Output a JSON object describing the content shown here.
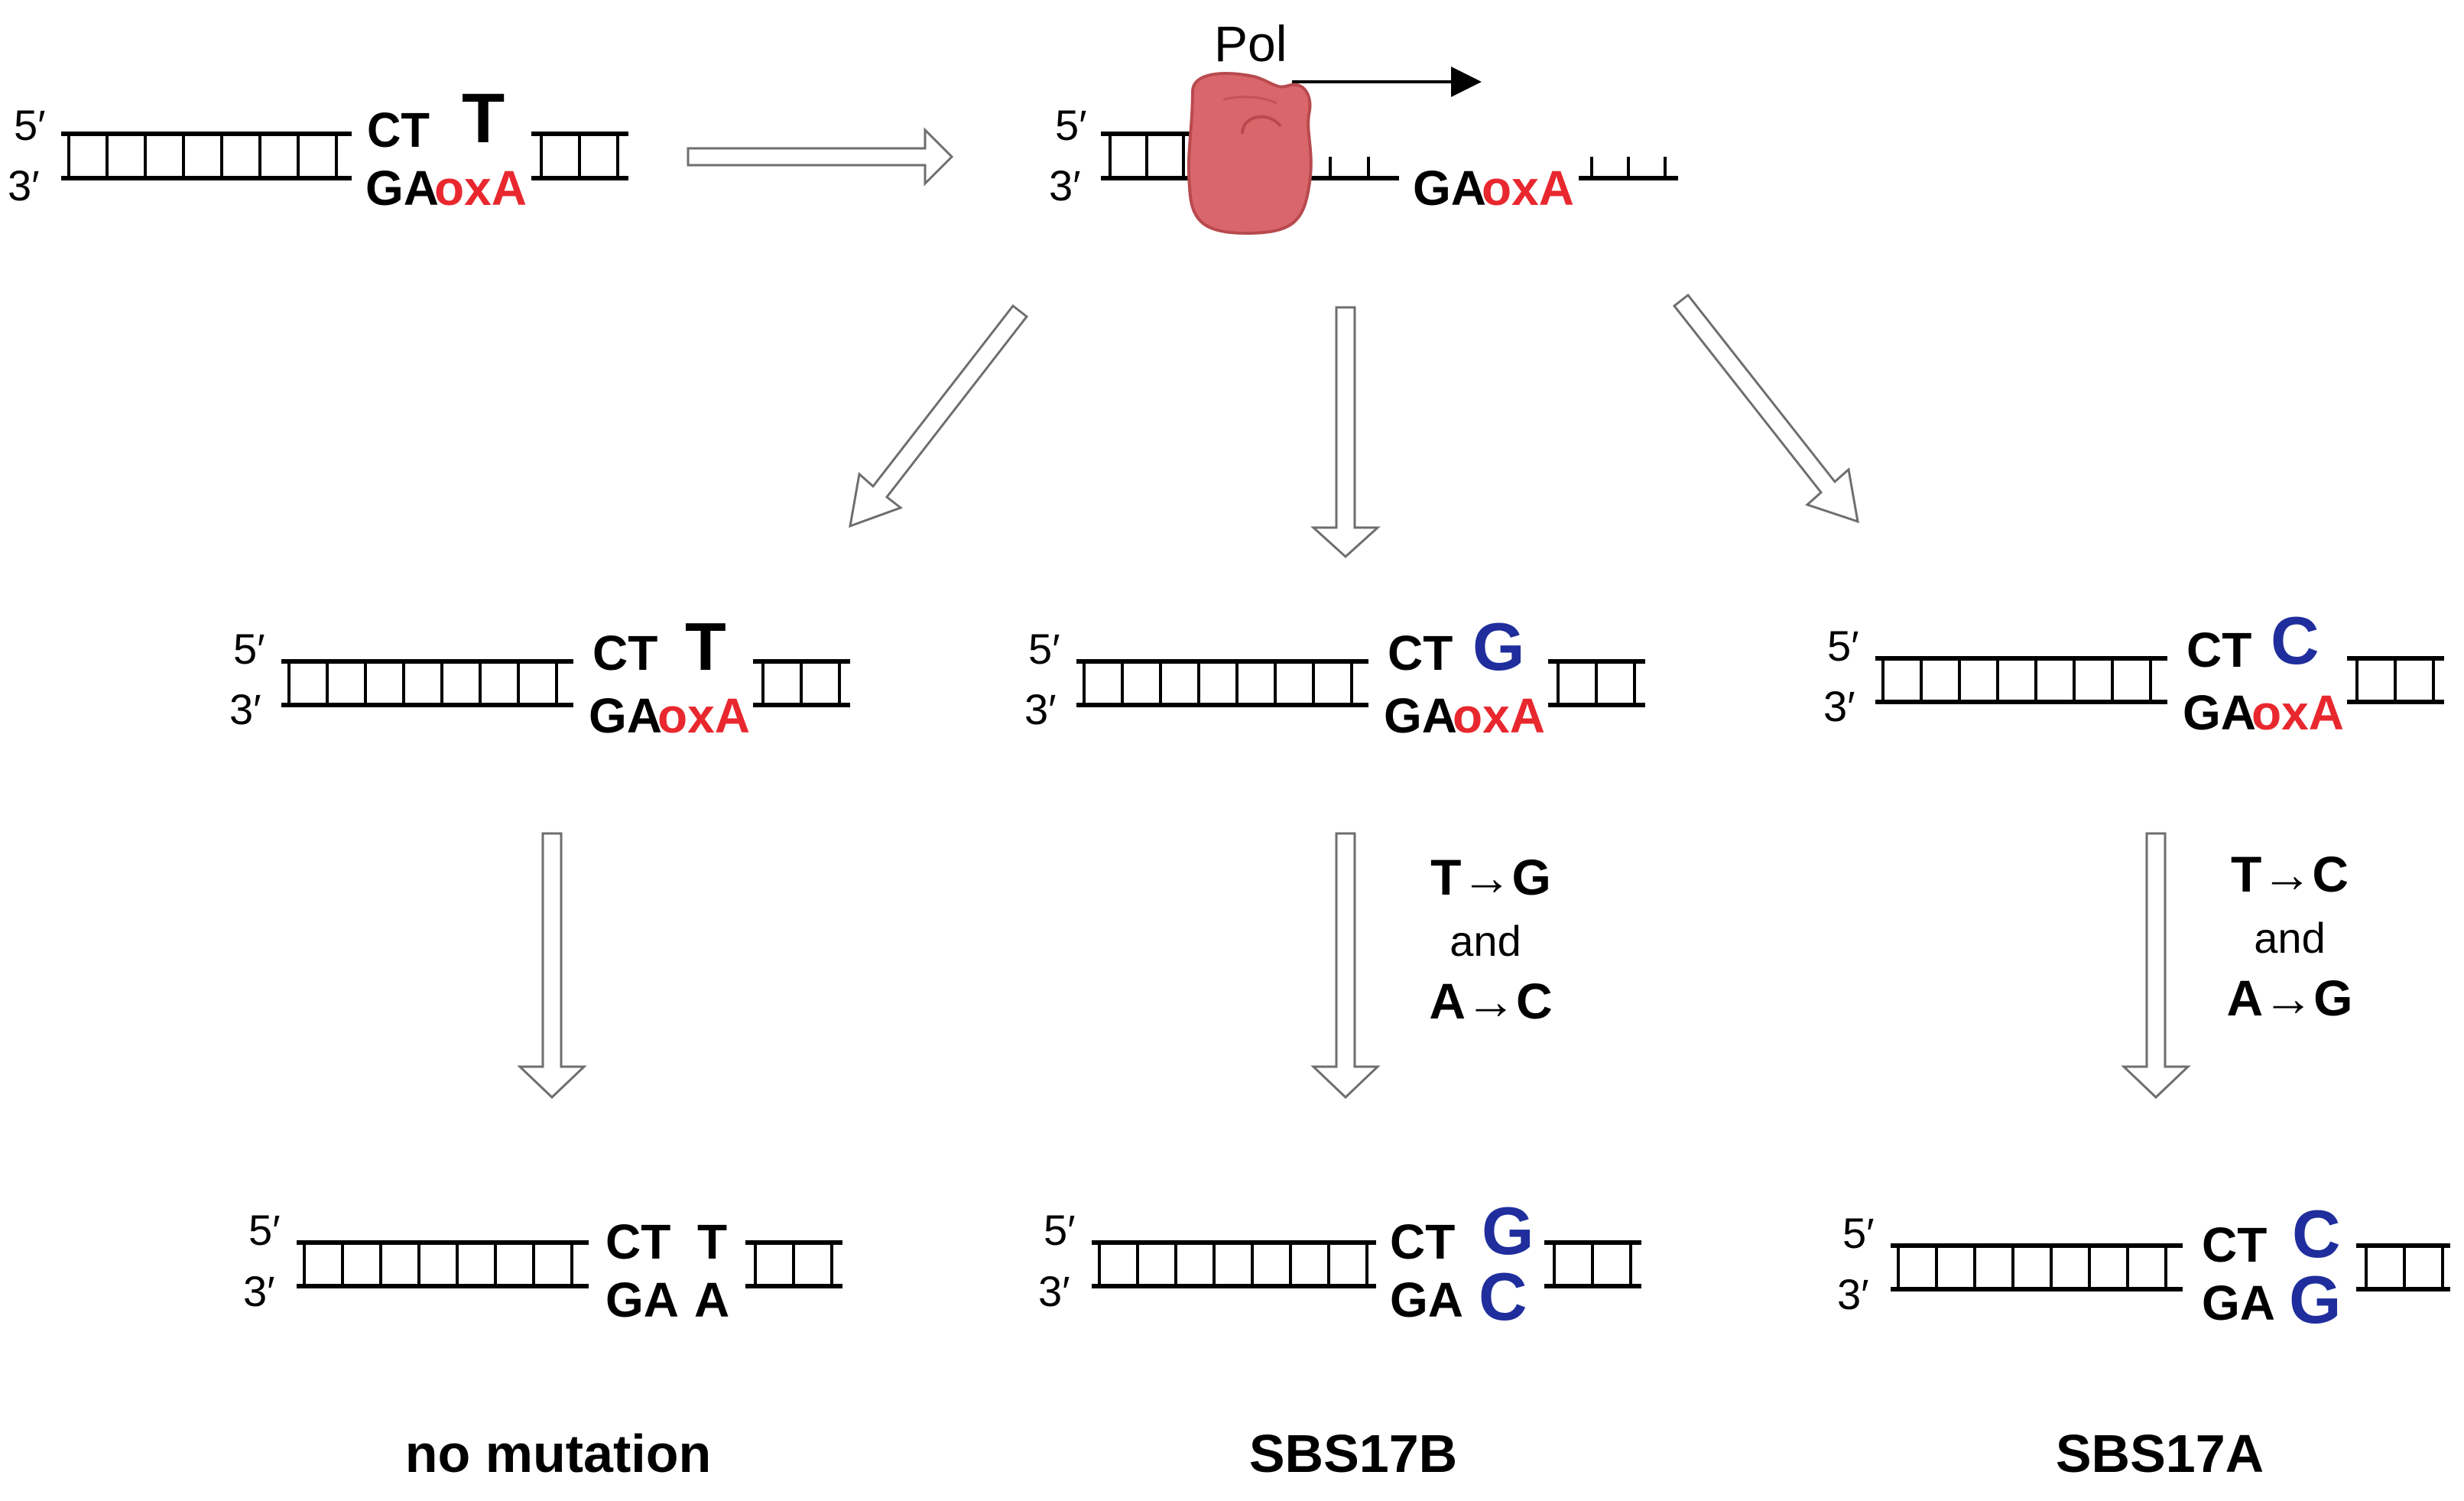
{
  "colors": {
    "black": "#000000",
    "damage_red": "#e8282e",
    "mutation_blue": "#1f2e9c",
    "polymerase": "#d9666a",
    "polymerase_edge": "#b84a4e",
    "arrow_outline": "#6e6e6e"
  },
  "labels": {
    "five_prime": "5′",
    "three_prime": "3′",
    "pol": "Pol"
  },
  "top_left": {
    "top_ct": "CT",
    "top_base": "T",
    "bottom_ga": "GA",
    "bottom_ox": "oxA"
  },
  "top_right": {
    "bottom_ga": "GA",
    "bottom_ox": "oxA"
  },
  "middle": [
    {
      "top_ct": "CT",
      "top_base": "T",
      "bottom_ga": "GA",
      "bottom_ox": "oxA"
    },
    {
      "top_ct": "CT",
      "top_base": "G",
      "bottom_ga": "GA",
      "bottom_ox": "oxA"
    },
    {
      "top_ct": "CT",
      "top_base": "C",
      "bottom_ga": "GA",
      "bottom_ox": "oxA"
    }
  ],
  "transitions": [
    {
      "line1": "T→G",
      "and": "and",
      "line2": "A→C"
    },
    {
      "line1": "T→C",
      "and": "and",
      "line2": "A→G"
    }
  ],
  "bottom": [
    {
      "top_ct": "CT",
      "top_base": "T",
      "bottom_ga": "GA",
      "bottom_base": "A"
    },
    {
      "top_ct": "CT",
      "top_base": "G",
      "bottom_ga": "GA",
      "bottom_base": "C"
    },
    {
      "top_ct": "CT",
      "top_base": "C",
      "bottom_ga": "GA",
      "bottom_base": "G"
    }
  ],
  "outcomes": [
    "no mutation",
    "SBS17B",
    "SBS17A"
  ]
}
